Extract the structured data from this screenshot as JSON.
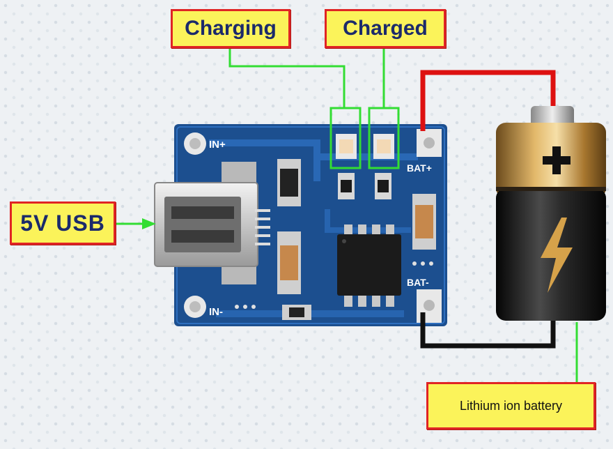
{
  "labels": {
    "charging": "Charging",
    "charged": "Charged",
    "usb": "5V USB",
    "battery": "Lithium ion battery"
  },
  "board": {
    "in_plus": "IN+",
    "in_minus": "IN-",
    "bat_plus": "BAT+",
    "bat_minus": "BAT-"
  },
  "colors": {
    "pcb": "#1c4f8f",
    "label_fill": "#fbf35a",
    "label_border": "#e02424",
    "label_text": "#1b2a6b",
    "leader_line": "#33dd33",
    "wire_positive": "#dd1111",
    "wire_negative": "#111111"
  },
  "icons": [
    "plus-icon",
    "lightning-icon",
    "arrow-right-icon"
  ]
}
